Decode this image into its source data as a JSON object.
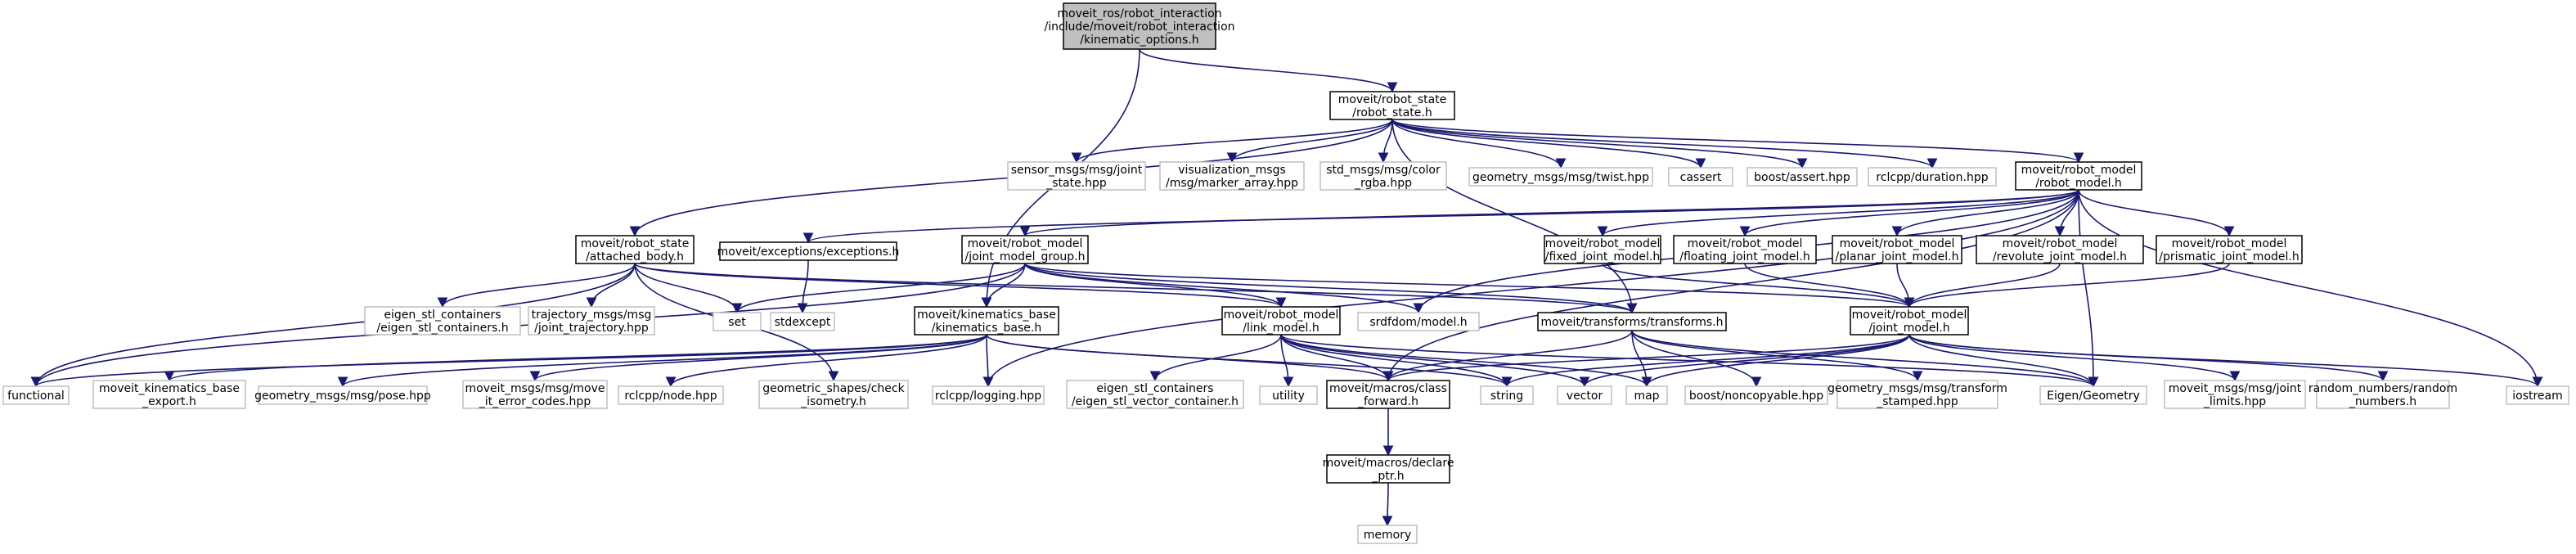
{
  "colors": {
    "edge": "#191970",
    "root_fill": "#bfbfbf",
    "node_fill": "#ffffff",
    "border_documented": "#000000",
    "border_external": "#bfbfbf"
  },
  "nodes": [
    {
      "id": "n_root",
      "lines": [
        "moveit_ros/robot_interaction",
        "/include/moveit/robot_interaction",
        "/kinematic_options.h"
      ],
      "style": "root"
    },
    {
      "id": "n_robot_state",
      "lines": [
        "moveit/robot_state",
        "/robot_state.h"
      ],
      "style": "doc"
    },
    {
      "id": "n_attached_body",
      "lines": [
        "moveit/robot_state",
        "/attached_body.h"
      ],
      "style": "doc"
    },
    {
      "id": "n_sensor_joint_state",
      "lines": [
        "sensor_msgs/msg/joint",
        "_state.hpp"
      ],
      "style": "ext"
    },
    {
      "id": "n_marker_array",
      "lines": [
        "visualization_msgs",
        "/msg/marker_array.hpp"
      ],
      "style": "ext"
    },
    {
      "id": "n_color_rgba",
      "lines": [
        "std_msgs/msg/color",
        "_rgba.hpp"
      ],
      "style": "ext"
    },
    {
      "id": "n_twist",
      "lines": [
        "geometry_msgs/msg/twist.hpp"
      ],
      "style": "ext"
    },
    {
      "id": "n_cassert",
      "lines": [
        "cassert"
      ],
      "style": "ext"
    },
    {
      "id": "n_boost_assert",
      "lines": [
        "boost/assert.hpp"
      ],
      "style": "ext"
    },
    {
      "id": "n_duration",
      "lines": [
        "rclcpp/duration.hpp"
      ],
      "style": "ext"
    },
    {
      "id": "n_robot_model",
      "lines": [
        "moveit/robot_model",
        "/robot_model.h"
      ],
      "style": "doc"
    },
    {
      "id": "n_exceptions",
      "lines": [
        "moveit/exceptions/exceptions.h"
      ],
      "style": "doc"
    },
    {
      "id": "n_joint_model_group",
      "lines": [
        "moveit/robot_model",
        "/joint_model_group.h"
      ],
      "style": "doc"
    },
    {
      "id": "n_fixed_joint",
      "lines": [
        "moveit/robot_model",
        "/fixed_joint_model.h"
      ],
      "style": "doc"
    },
    {
      "id": "n_floating_joint",
      "lines": [
        "moveit/robot_model",
        "/floating_joint_model.h"
      ],
      "style": "doc"
    },
    {
      "id": "n_planar_joint",
      "lines": [
        "moveit/robot_model",
        "/planar_joint_model.h"
      ],
      "style": "doc"
    },
    {
      "id": "n_revolute_joint",
      "lines": [
        "moveit/robot_model",
        "/revolute_joint_model.h"
      ],
      "style": "doc"
    },
    {
      "id": "n_prismatic_joint",
      "lines": [
        "moveit/robot_model",
        "/prismatic_joint_model.h"
      ],
      "style": "doc"
    },
    {
      "id": "n_eigen_stl_containers",
      "lines": [
        "eigen_stl_containers",
        "/eigen_stl_containers.h"
      ],
      "style": "ext"
    },
    {
      "id": "n_joint_trajectory",
      "lines": [
        "trajectory_msgs/msg",
        "/joint_trajectory.hpp"
      ],
      "style": "ext"
    },
    {
      "id": "n_set",
      "lines": [
        "set"
      ],
      "style": "ext"
    },
    {
      "id": "n_stdexcept",
      "lines": [
        "stdexcept"
      ],
      "style": "ext"
    },
    {
      "id": "n_kinematics_base",
      "lines": [
        "moveit/kinematics_base",
        "/kinematics_base.h"
      ],
      "style": "doc"
    },
    {
      "id": "n_link_model",
      "lines": [
        "moveit/robot_model",
        "/link_model.h"
      ],
      "style": "doc"
    },
    {
      "id": "n_srdfdom",
      "lines": [
        "srdfdom/model.h"
      ],
      "style": "ext"
    },
    {
      "id": "n_transforms",
      "lines": [
        "moveit/transforms/transforms.h"
      ],
      "style": "doc"
    },
    {
      "id": "n_joint_model",
      "lines": [
        "moveit/robot_model",
        "/joint_model.h"
      ],
      "style": "doc"
    },
    {
      "id": "n_functional",
      "lines": [
        "functional"
      ],
      "style": "ext"
    },
    {
      "id": "n_kin_export",
      "lines": [
        "moveit_kinematics_base",
        "_export.h"
      ],
      "style": "ext"
    },
    {
      "id": "n_pose",
      "lines": [
        "geometry_msgs/msg/pose.hpp"
      ],
      "style": "ext"
    },
    {
      "id": "n_error_codes",
      "lines": [
        "moveit_msgs/msg/move",
        "_it_error_codes.hpp"
      ],
      "style": "ext"
    },
    {
      "id": "n_node",
      "lines": [
        "rclcpp/node.hpp"
      ],
      "style": "ext"
    },
    {
      "id": "n_check_isometry",
      "lines": [
        "geometric_shapes/check",
        "_isometry.h"
      ],
      "style": "ext"
    },
    {
      "id": "n_logging",
      "lines": [
        "rclcpp/logging.hpp"
      ],
      "style": "ext"
    },
    {
      "id": "n_eigen_vector_container",
      "lines": [
        "eigen_stl_containers",
        "/eigen_stl_vector_container.h"
      ],
      "style": "ext"
    },
    {
      "id": "n_utility",
      "lines": [
        "utility"
      ],
      "style": "ext"
    },
    {
      "id": "n_class_forward",
      "lines": [
        "moveit/macros/class",
        "_forward.h"
      ],
      "style": "doc"
    },
    {
      "id": "n_string",
      "lines": [
        "string"
      ],
      "style": "ext"
    },
    {
      "id": "n_vector",
      "lines": [
        "vector"
      ],
      "style": "ext"
    },
    {
      "id": "n_map",
      "lines": [
        "map"
      ],
      "style": "ext"
    },
    {
      "id": "n_noncopyable",
      "lines": [
        "boost/noncopyable.hpp"
      ],
      "style": "ext"
    },
    {
      "id": "n_transform_stamped",
      "lines": [
        "geometry_msgs/msg/transform",
        "_stamped.hpp"
      ],
      "style": "ext"
    },
    {
      "id": "n_eigen_geometry",
      "lines": [
        "Eigen/Geometry"
      ],
      "style": "ext"
    },
    {
      "id": "n_joint_limits",
      "lines": [
        "moveit_msgs/msg/joint",
        "_limits.hpp"
      ],
      "style": "ext"
    },
    {
      "id": "n_random_numbers",
      "lines": [
        "random_numbers/random",
        "_numbers.h"
      ],
      "style": "ext"
    },
    {
      "id": "n_iostream",
      "lines": [
        "iostream"
      ],
      "style": "ext"
    },
    {
      "id": "n_declare_ptr",
      "lines": [
        "moveit/macros/declare",
        "_ptr.h"
      ],
      "style": "doc"
    },
    {
      "id": "n_memory",
      "lines": [
        "memory"
      ],
      "style": "ext"
    }
  ],
  "edges": [
    [
      "n_root",
      "n_robot_state"
    ],
    [
      "n_root",
      "n_kinematics_base"
    ],
    [
      "n_robot_state",
      "n_attached_body"
    ],
    [
      "n_robot_state",
      "n_sensor_joint_state"
    ],
    [
      "n_robot_state",
      "n_marker_array"
    ],
    [
      "n_robot_state",
      "n_color_rgba"
    ],
    [
      "n_robot_state",
      "n_twist"
    ],
    [
      "n_robot_state",
      "n_cassert"
    ],
    [
      "n_robot_state",
      "n_boost_assert"
    ],
    [
      "n_robot_state",
      "n_duration"
    ],
    [
      "n_robot_state",
      "n_robot_model"
    ],
    [
      "n_robot_state",
      "n_transforms"
    ],
    [
      "n_robot_model",
      "n_exceptions"
    ],
    [
      "n_robot_model",
      "n_joint_model_group"
    ],
    [
      "n_robot_model",
      "n_fixed_joint"
    ],
    [
      "n_robot_model",
      "n_floating_joint"
    ],
    [
      "n_robot_model",
      "n_planar_joint"
    ],
    [
      "n_robot_model",
      "n_revolute_joint"
    ],
    [
      "n_robot_model",
      "n_prismatic_joint"
    ],
    [
      "n_robot_model",
      "n_srdfdom"
    ],
    [
      "n_robot_model",
      "n_class_forward"
    ],
    [
      "n_robot_model",
      "n_logging"
    ],
    [
      "n_robot_model",
      "n_eigen_geometry"
    ],
    [
      "n_robot_model",
      "n_iostream"
    ],
    [
      "n_attached_body",
      "n_eigen_stl_containers"
    ],
    [
      "n_attached_body",
      "n_joint_trajectory"
    ],
    [
      "n_attached_body",
      "n_set"
    ],
    [
      "n_attached_body",
      "n_functional"
    ],
    [
      "n_attached_body",
      "n_link_model"
    ],
    [
      "n_attached_body",
      "n_transforms"
    ],
    [
      "n_attached_body",
      "n_check_isometry"
    ],
    [
      "n_exceptions",
      "n_stdexcept"
    ],
    [
      "n_joint_model_group",
      "n_kinematics_base"
    ],
    [
      "n_joint_model_group",
      "n_link_model"
    ],
    [
      "n_joint_model_group",
      "n_srdfdom"
    ],
    [
      "n_joint_model_group",
      "n_set"
    ],
    [
      "n_joint_model_group",
      "n_functional"
    ],
    [
      "n_joint_model_group",
      "n_joint_model"
    ],
    [
      "n_joint_model_group",
      "n_transforms"
    ],
    [
      "n_fixed_joint",
      "n_joint_model"
    ],
    [
      "n_floating_joint",
      "n_joint_model"
    ],
    [
      "n_planar_joint",
      "n_joint_model"
    ],
    [
      "n_revolute_joint",
      "n_joint_model"
    ],
    [
      "n_prismatic_joint",
      "n_joint_model"
    ],
    [
      "n_kinematics_base",
      "n_functional"
    ],
    [
      "n_kinematics_base",
      "n_kin_export"
    ],
    [
      "n_kinematics_base",
      "n_pose"
    ],
    [
      "n_kinematics_base",
      "n_error_codes"
    ],
    [
      "n_kinematics_base",
      "n_node"
    ],
    [
      "n_kinematics_base",
      "n_logging"
    ],
    [
      "n_kinematics_base",
      "n_class_forward"
    ],
    [
      "n_kinematics_base",
      "n_string"
    ],
    [
      "n_link_model",
      "n_eigen_vector_container"
    ],
    [
      "n_link_model",
      "n_utility"
    ],
    [
      "n_link_model",
      "n_class_forward"
    ],
    [
      "n_link_model",
      "n_string"
    ],
    [
      "n_link_model",
      "n_vector"
    ],
    [
      "n_link_model",
      "n_map"
    ],
    [
      "n_link_model",
      "n_eigen_geometry"
    ],
    [
      "n_transforms",
      "n_class_forward"
    ],
    [
      "n_transforms",
      "n_map"
    ],
    [
      "n_transforms",
      "n_noncopyable"
    ],
    [
      "n_transforms",
      "n_transform_stamped"
    ],
    [
      "n_transforms",
      "n_eigen_geometry"
    ],
    [
      "n_joint_model",
      "n_class_forward"
    ],
    [
      "n_joint_model",
      "n_string"
    ],
    [
      "n_joint_model",
      "n_vector"
    ],
    [
      "n_joint_model",
      "n_map"
    ],
    [
      "n_joint_model",
      "n_eigen_geometry"
    ],
    [
      "n_joint_model",
      "n_joint_limits"
    ],
    [
      "n_joint_model",
      "n_random_numbers"
    ],
    [
      "n_joint_model",
      "n_iostream"
    ],
    [
      "n_class_forward",
      "n_declare_ptr"
    ],
    [
      "n_declare_ptr",
      "n_memory"
    ]
  ]
}
